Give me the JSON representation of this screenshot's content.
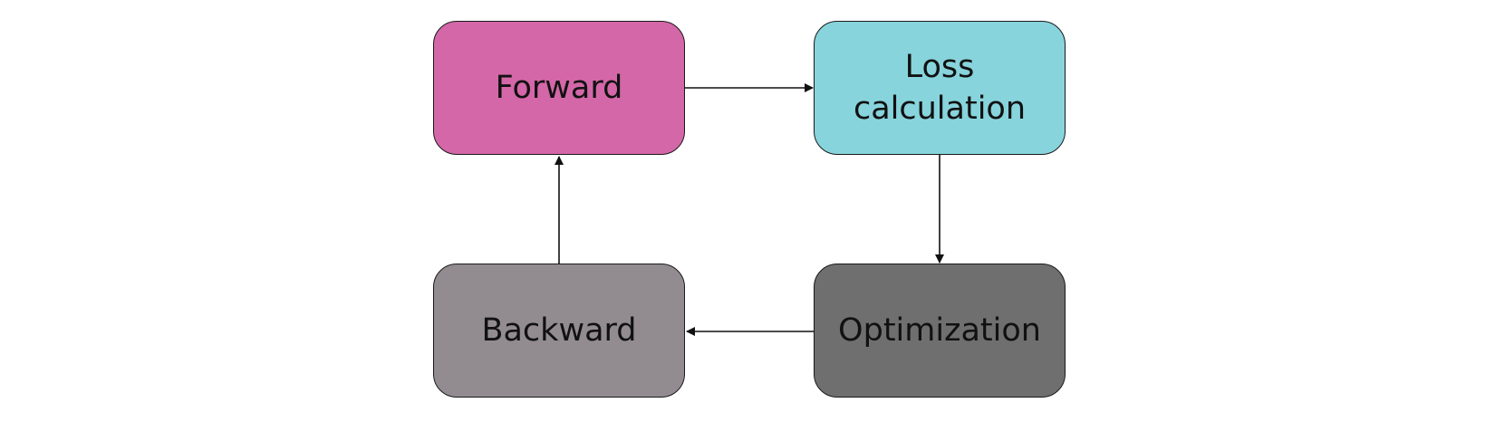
{
  "diagram": {
    "nodes": {
      "forward": {
        "label": "Forward",
        "color": "#d467a8"
      },
      "loss": {
        "label": "Loss\ncalculation",
        "color": "#87d4dc"
      },
      "backward": {
        "label": "Backward",
        "color": "#928c90"
      },
      "optimization": {
        "label": "Optimization",
        "color": "#6e6f6e"
      }
    },
    "edges": [
      {
        "from": "Forward",
        "to": "Loss calculation"
      },
      {
        "from": "Loss calculation",
        "to": "Optimization"
      },
      {
        "from": "Optimization",
        "to": "Backward"
      },
      {
        "from": "Backward",
        "to": "Forward"
      }
    ]
  }
}
